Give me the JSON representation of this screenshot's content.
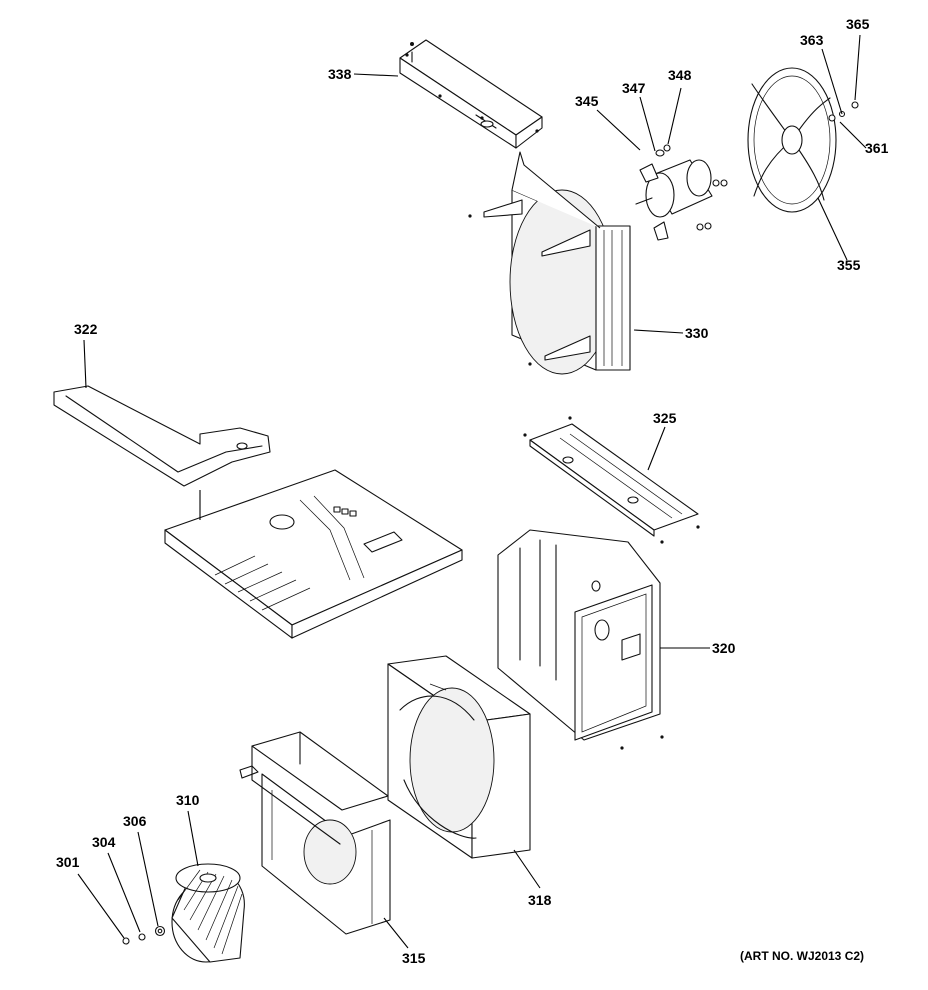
{
  "labels": {
    "p301": "301",
    "p304": "304",
    "p306": "306",
    "p310": "310",
    "p315": "315",
    "p318": "318",
    "p320": "320",
    "p322": "322",
    "p325": "325",
    "p330": "330",
    "p338": "338",
    "p345": "345",
    "p347": "347",
    "p348": "348",
    "p355": "355",
    "p361": "361",
    "p363": "363",
    "p365": "365"
  },
  "art_number": "(ART NO. WJ2013 C2)",
  "colors": {
    "ink": "#111111",
    "background": "#ffffff"
  }
}
